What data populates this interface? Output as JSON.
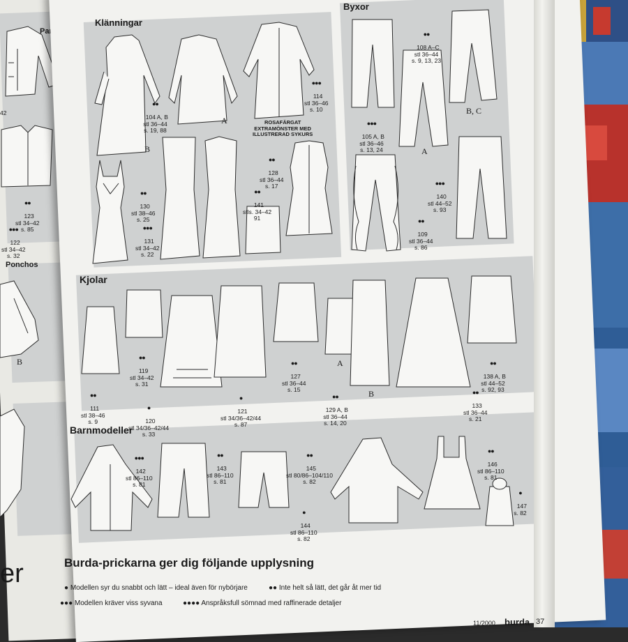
{
  "left_page": {
    "sections": [
      "Parka",
      "Ponchos"
    ],
    "labels": [
      {
        "num": "42",
        "dots": ""
      },
      {
        "num": "123\nstl 34–42\ns. 85",
        "dots": "●●"
      },
      {
        "num": "122\nstl 34–42\ns. 32",
        "dots": "●●●"
      }
    ],
    "letter_b": "B",
    "big_text": "er"
  },
  "sections": {
    "klanningar": "Klänningar",
    "byxor": "Byxor",
    "kjolar": "Kjolar",
    "barnmodeller": "Barnmodeller"
  },
  "klanningar_labels": [
    {
      "dots": "●●",
      "text": "104 A, B\nstl 36–44\ns. 19, 88"
    },
    {
      "dots": "●●●",
      "text": "114\nstl 36–46\ns. 10"
    },
    {
      "dots": "●●",
      "text": "130\nstl 38–46\ns. 25"
    },
    {
      "dots": "●●●",
      "text": "131\nstl 34–42\ns. 22"
    },
    {
      "dots": "●●",
      "text": "128\nstl 36–44\ns. 17"
    },
    {
      "dots": "●●",
      "text": "141\nstls. 34–42\n91"
    }
  ],
  "klanningar_note": "ROSAFÄRGAT\nEXTRAMÖNSTER MED\nILLUSTRERAD SYKURS",
  "klanningar_letters": [
    "B",
    "A"
  ],
  "byxor_labels": [
    {
      "dots": "●●",
      "text": "108 A–C\nstl 36–44\ns. 9, 13, 23"
    },
    {
      "dots": "●●●",
      "text": "105 A, B\nstl 36–46\ns. 13, 24"
    },
    {
      "dots": "●●●",
      "text": "140\nstl 44–52\ns. 93"
    },
    {
      "dots": "●●",
      "text": "109\nstl 36–44\ns. 86"
    }
  ],
  "byxor_letters": [
    "B, C",
    "A"
  ],
  "kjolar_labels": [
    {
      "dots": "●●",
      "text": "119\nstl 34–42\ns. 31"
    },
    {
      "dots": "●●",
      "text": "111\nstl 38–46\ns. 9"
    },
    {
      "dots": "●",
      "text": "120\nstl 34/36–42/44\ns. 33"
    },
    {
      "dots": "●",
      "text": "121\nstl 34/36–42/44\ns. 87"
    },
    {
      "dots": "●●",
      "text": "127\nstl 36–44\ns. 15"
    },
    {
      "dots": "●●",
      "text": "129 A, B\nstl 36–44\ns. 14, 20"
    },
    {
      "dots": "●●",
      "text": "138 A, B\nstl 44–52\ns. 92, 93"
    },
    {
      "dots": "●●",
      "text": "133\nstl 36–44\ns. 21"
    }
  ],
  "kjolar_letters": [
    "A",
    "B"
  ],
  "barn_labels": [
    {
      "dots": "●●●",
      "text": "142\nstl 86–110\ns. 81"
    },
    {
      "dots": "●●",
      "text": "143\nstl 86–110\ns. 81"
    },
    {
      "dots": "●●",
      "text": "145\nstl 80/86–104/110\ns. 82"
    },
    {
      "dots": "●",
      "text": "144\nstl 86–110\ns. 82"
    },
    {
      "dots": "●●",
      "text": "146\nstl 86–110\ns. 81"
    },
    {
      "dots": "●",
      "text": "147\ns. 82"
    }
  ],
  "info": {
    "heading": "Burda-prickarna ger dig följande upplysning",
    "line1_a": "● Modellen syr du snabbt och lätt – ideal även för nybörjare",
    "line1_b": "●● Inte helt så lätt, det går åt mer tid",
    "line2_a": "●●● Modellen kräver viss syvana",
    "line2_b": "●●●● Anspråksfull sömnad med raffinerade detaljer"
  },
  "footer": {
    "issue": "11/2000",
    "brand": "burda",
    "page": "37"
  },
  "colors": {
    "panel": "#cfd1d1",
    "paper": "#f2f2ef"
  }
}
